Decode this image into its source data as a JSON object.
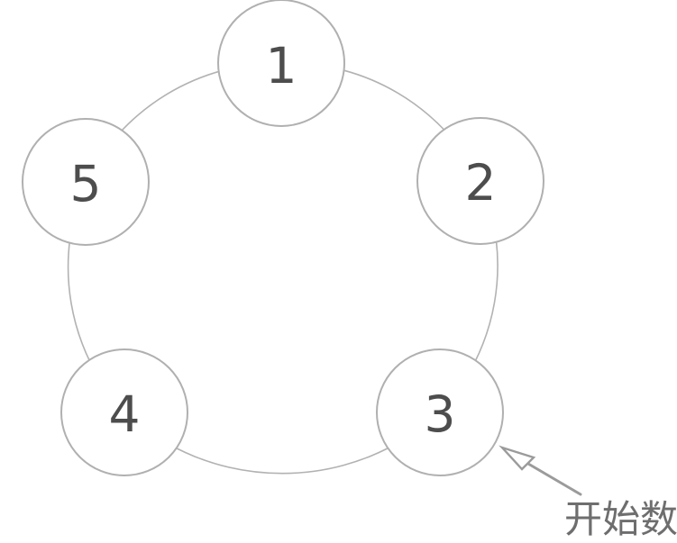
{
  "diagram": {
    "description": "counting-circle",
    "nodes": [
      {
        "label": "1"
      },
      {
        "label": "2"
      },
      {
        "label": "3"
      },
      {
        "label": "4"
      },
      {
        "label": "5"
      }
    ],
    "annotation": {
      "label": "开始数",
      "points_to_node": "3"
    },
    "colors": {
      "background": "#ffffff",
      "ring_stroke": "#b2b2b2",
      "node_stroke": "#b0b0b0",
      "node_fill": "#ffffff",
      "number_color": "#4d4d4d",
      "arrow_color": "#9b9b9b",
      "annotation_color": "#6e6e6e"
    }
  }
}
